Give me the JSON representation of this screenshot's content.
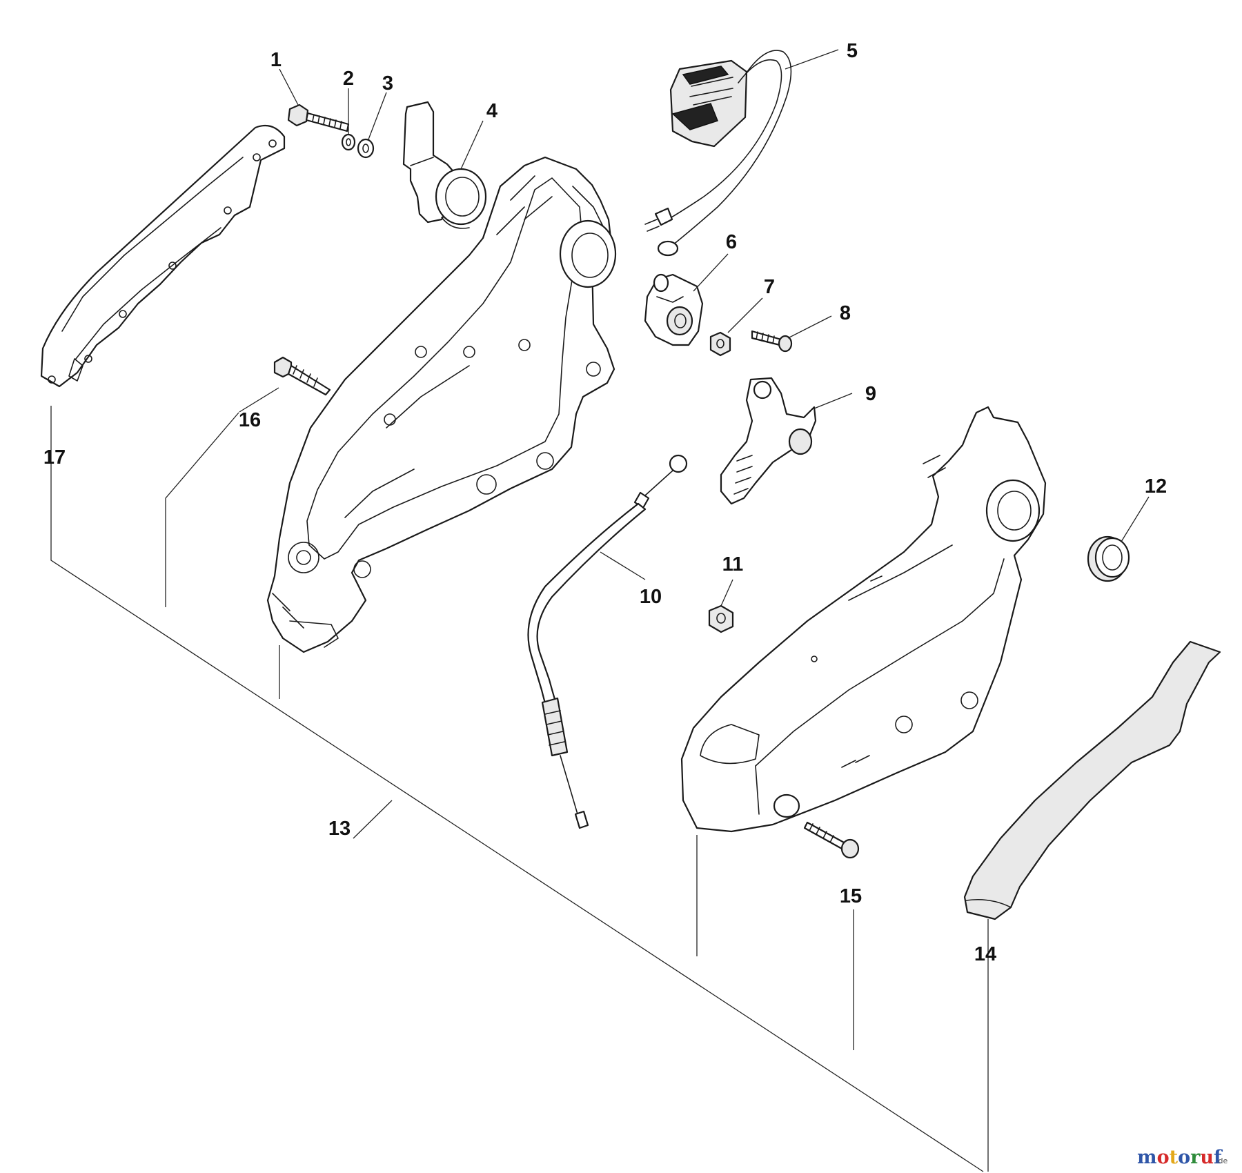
{
  "diagram": {
    "callouts": [
      "1",
      "2",
      "3",
      "4",
      "5",
      "6",
      "7",
      "8",
      "9",
      "10",
      "11",
      "12",
      "13",
      "14",
      "15",
      "16",
      "17"
    ],
    "watermark": {
      "text": "motoruf",
      "suffix": ".de",
      "letter_colors": [
        "#2f56a8",
        "#d62a2a",
        "#e3a81b",
        "#2f56a8",
        "#2e8b3a",
        "#d62a2a",
        "#2f56a8"
      ]
    },
    "line_color": "#1a1a1a"
  }
}
